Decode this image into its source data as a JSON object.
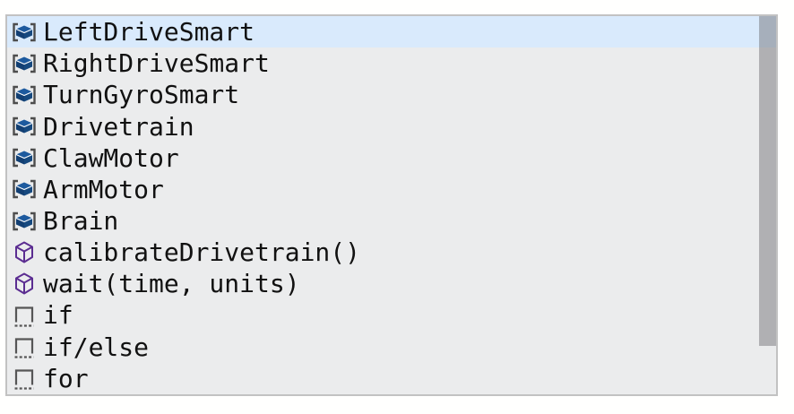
{
  "suggest_widget": {
    "selected_index": 0,
    "items": [
      {
        "label": "LeftDriveSmart",
        "kind": "device"
      },
      {
        "label": "RightDriveSmart",
        "kind": "device"
      },
      {
        "label": "TurnGyroSmart",
        "kind": "device"
      },
      {
        "label": "Drivetrain",
        "kind": "device"
      },
      {
        "label": "ClawMotor",
        "kind": "device"
      },
      {
        "label": "ArmMotor",
        "kind": "device"
      },
      {
        "label": "Brain",
        "kind": "device"
      },
      {
        "label": "calibrateDrivetrain()",
        "kind": "function"
      },
      {
        "label": "wait(time, units)",
        "kind": "function"
      },
      {
        "label": "if",
        "kind": "snippet"
      },
      {
        "label": "if/else",
        "kind": "snippet"
      },
      {
        "label": "for",
        "kind": "snippet"
      }
    ],
    "icon_kinds": {
      "device": "device-brick-icon",
      "function": "method-cube-icon",
      "snippet": "snippet-icon"
    },
    "colors": {
      "list_background": "#ebeced",
      "selected_background": "#d9eafc",
      "border": "#c2c2c2",
      "text": "#111111",
      "device_bracket_gray": "#4d4d4d",
      "device_icon_blue": "#1d5a9e",
      "device_icon_blue_mid": "#16497f",
      "device_icon_blue_dark": "#123f73",
      "function_icon_purple": "#5b2d91",
      "snippet_icon_gray": "#565656",
      "scrollbar_thumb": "rgba(104,104,109,0.45)"
    }
  }
}
